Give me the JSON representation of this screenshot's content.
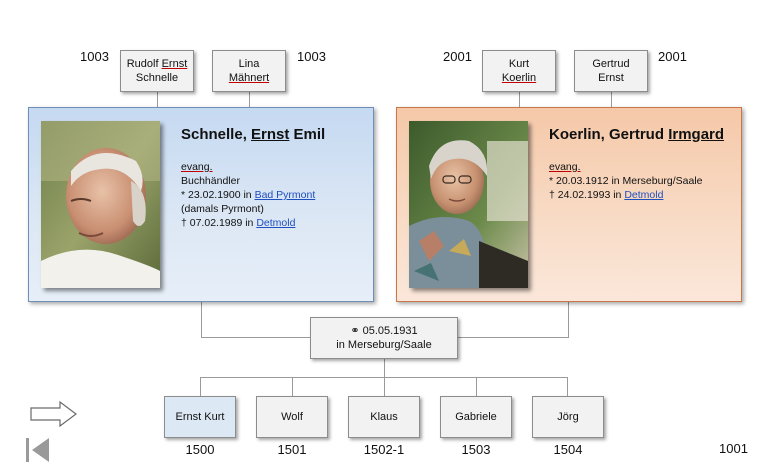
{
  "father": {
    "parents": {
      "father": {
        "first": "Rudolf",
        "call": "Ernst",
        "last": "Schnelle",
        "id": "1003"
      },
      "mother": {
        "first": "Lina",
        "last": "Mähnert",
        "id": "1003"
      }
    },
    "name_last": "Schnelle,",
    "name_call": "Ernst",
    "name_rest": "Emil",
    "religion": "evang.",
    "profession": "Buchhändler",
    "birth_prefix": "* 23.02.1900 in",
    "birth_place": "Bad Pyrmont",
    "birth_note": "(damals Pyrmont)",
    "death_prefix": "† 07.02.1989 in",
    "death_place": "Detmold"
  },
  "mother": {
    "parents": {
      "father": {
        "first": "Kurt",
        "last": "Koerlin",
        "id": "2001"
      },
      "mother": {
        "first": "Gertrud",
        "last": "Ernst",
        "id": "2001"
      }
    },
    "name_last": "Koerlin, Gertrud",
    "name_call": "Irmgard",
    "religion": "evang.",
    "birth_text": "* 20.03.1912 in Merseburg/Saale",
    "death_prefix": "† 24.02.1993 in",
    "death_place": "Detmold"
  },
  "marriage": {
    "line1": "⚭ 05.05.1931",
    "line2": "in Merseburg/Saale"
  },
  "children": [
    {
      "name": "Ernst Kurt",
      "id": "1500"
    },
    {
      "name": "Wolf",
      "id": "1501"
    },
    {
      "name": "Klaus",
      "id": "1502-1"
    },
    {
      "name": "Gabriele",
      "id": "1503"
    },
    {
      "name": "Jörg",
      "id": "1504"
    }
  ],
  "page_id": "1001",
  "colors": {
    "father_card": "#c5d9f1",
    "mother_card": "#f5c8a8",
    "selected_child": "#dde8f5"
  }
}
